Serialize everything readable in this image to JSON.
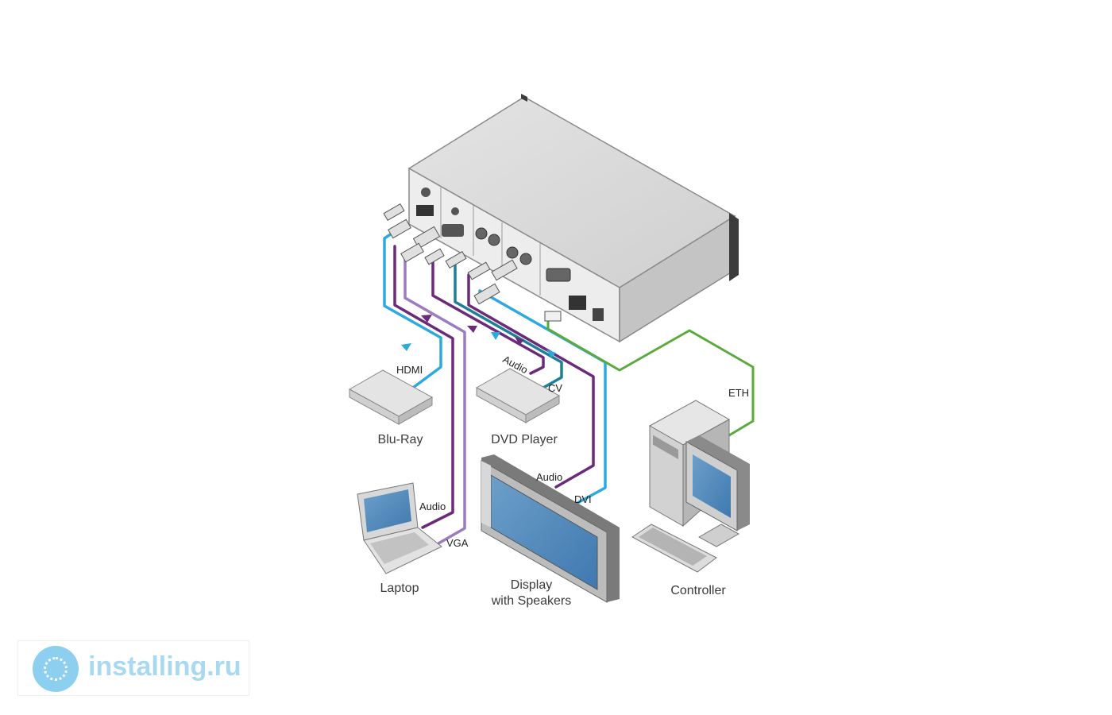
{
  "devices": {
    "bluray": "Blu-Ray",
    "dvd": "DVD Player",
    "laptop": "Laptop",
    "display_line1": "Display",
    "display_line2": "with Speakers",
    "controller": "Controller"
  },
  "cables": {
    "hdmi": "HDMI",
    "audio_dvd": "Audio",
    "cv": "CV",
    "eth": "ETH",
    "audio_display": "Audio",
    "dvi": "DVI",
    "audio_laptop": "Audio",
    "vga": "VGA"
  },
  "colors": {
    "blue_cable": "#2ea9df",
    "purple_cable": "#6b2a7a",
    "lavender_cable": "#9c7cc0",
    "teal_cable": "#1e7f98",
    "green_cable": "#5aaa3c",
    "device_grey": "#d4d4d4"
  },
  "watermark": {
    "text": "installing.ru",
    "icon": "installing-logo-icon"
  }
}
